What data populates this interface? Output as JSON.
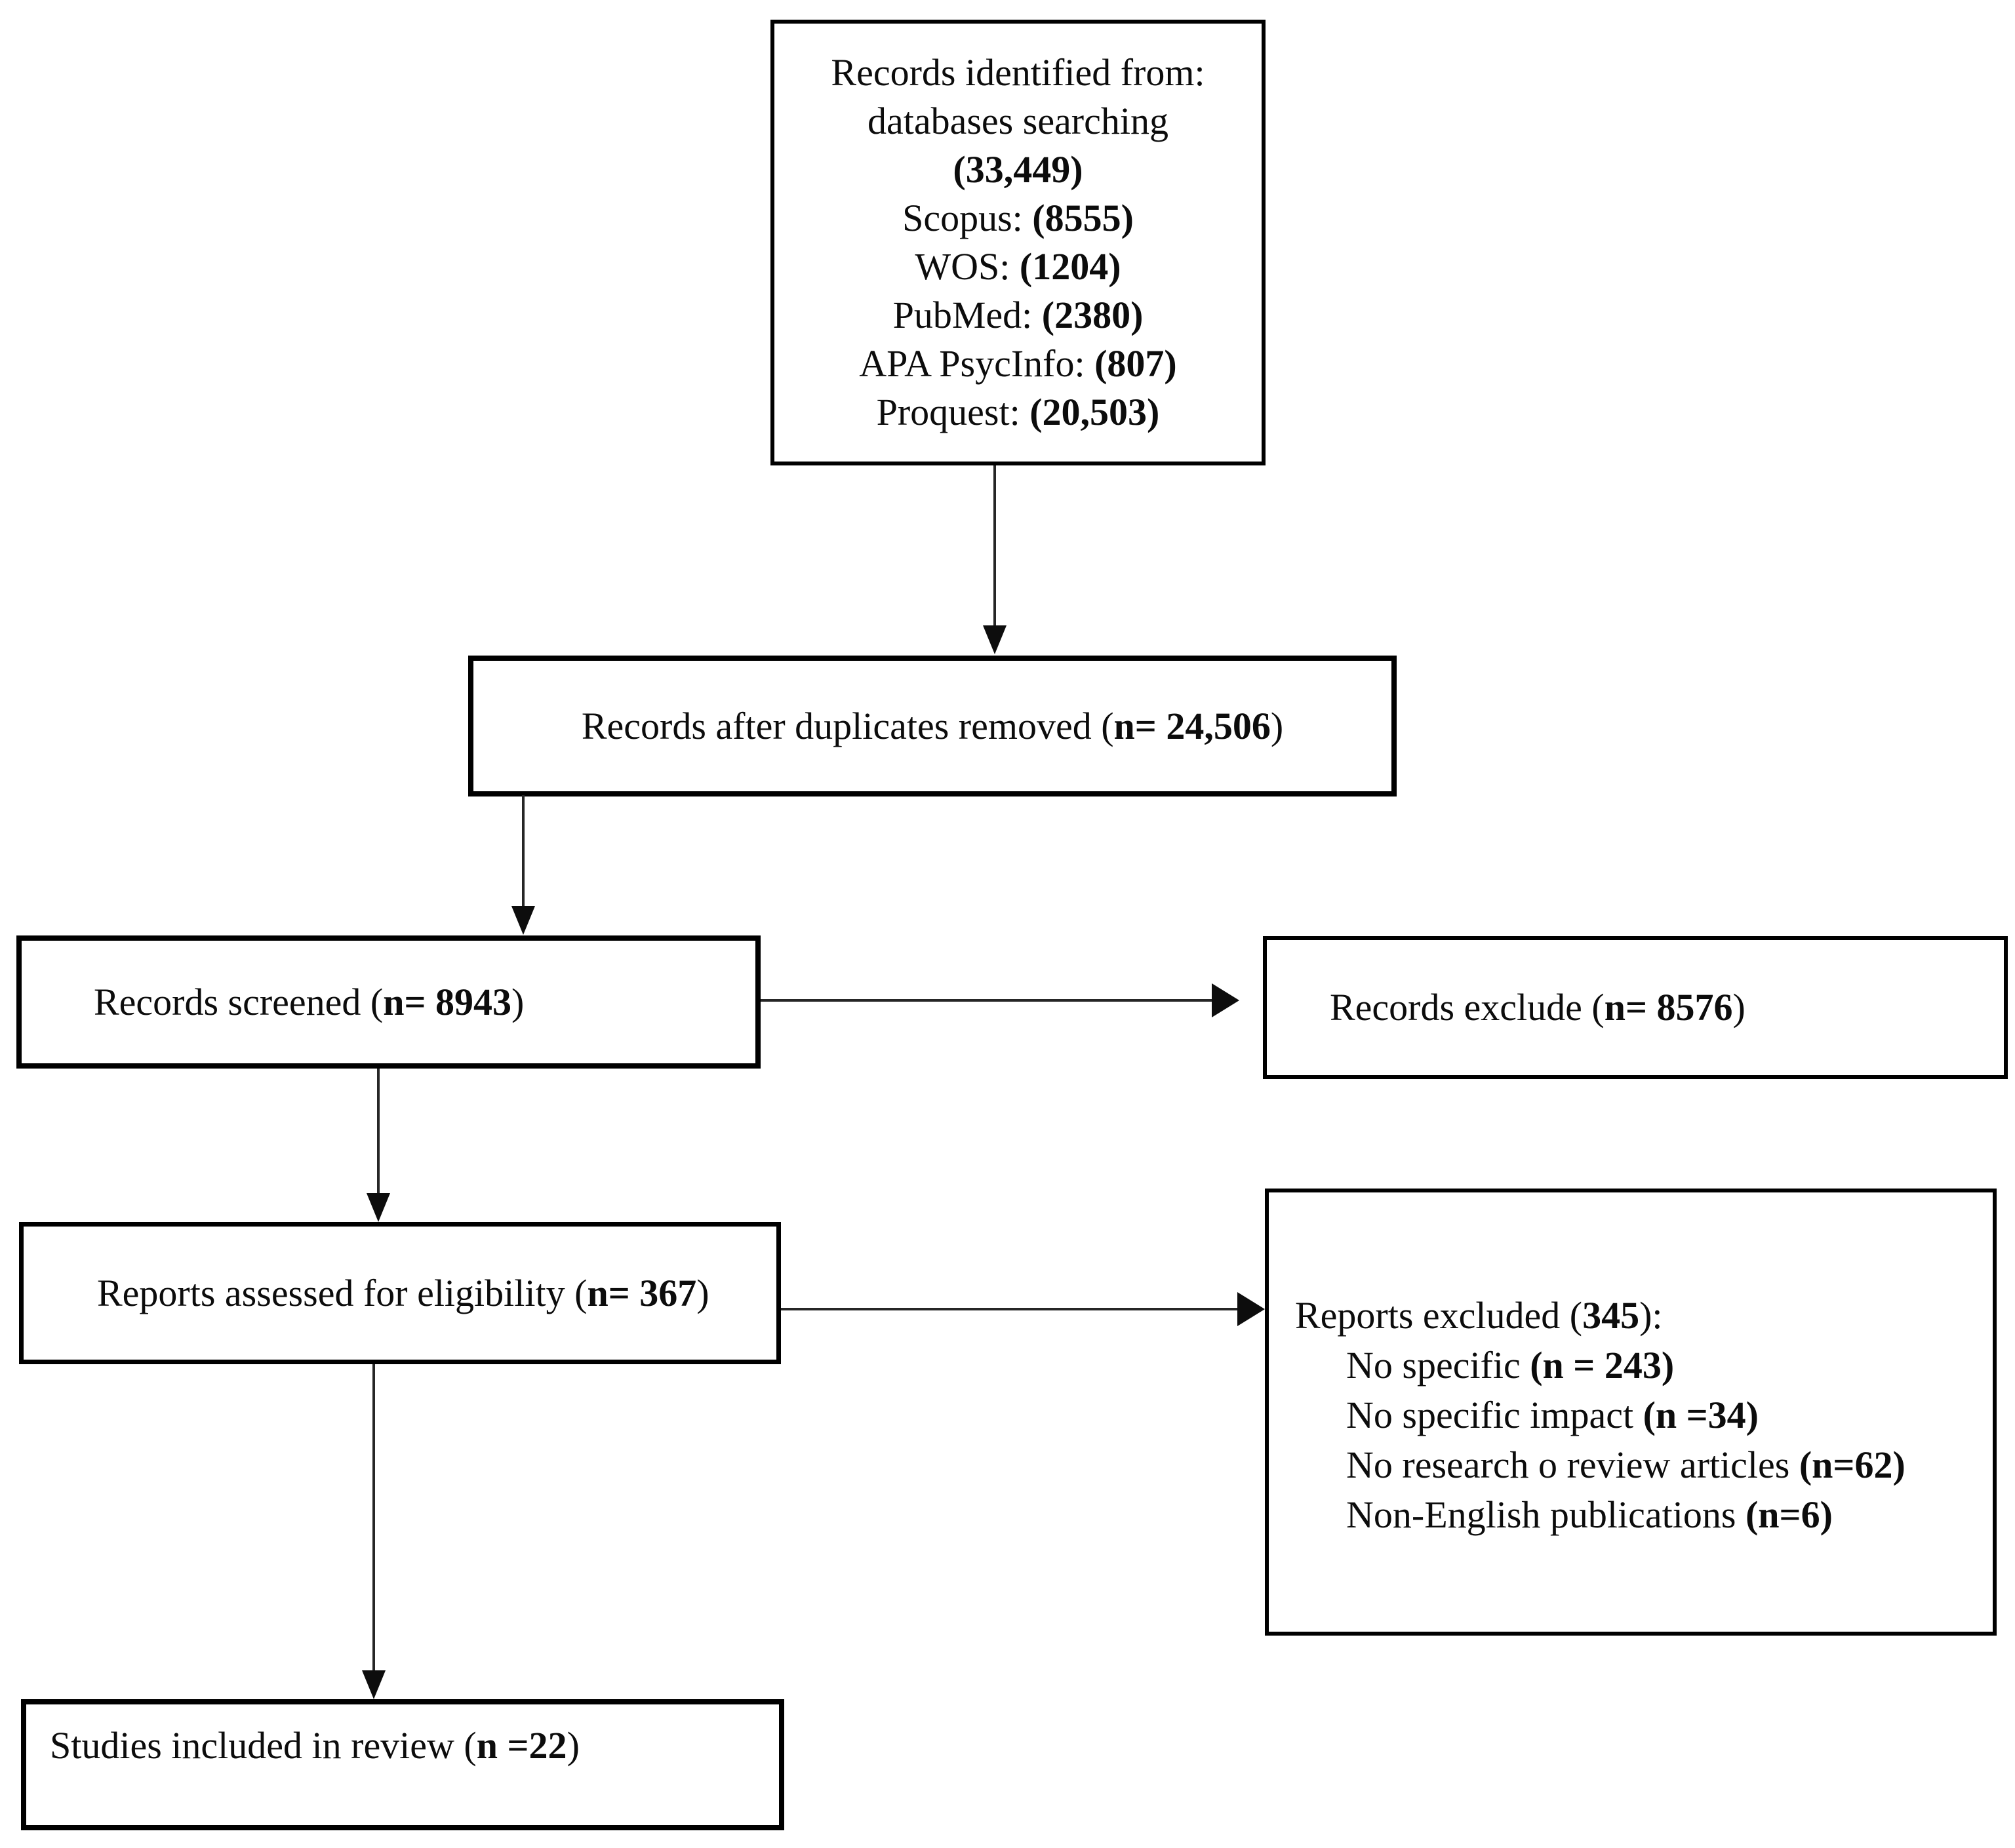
{
  "diagram": {
    "type": "prisma-flowchart",
    "background_color": "#ffffff",
    "box_border_color": "#000000",
    "arrow_color": "#262626",
    "text_color": "#0c0c0c"
  },
  "boxes": {
    "identification": {
      "line1": "Records identified from:",
      "line2": "databases searching",
      "total": "(33,449)",
      "sources": [
        {
          "label": "Scopus: ",
          "value": "(8555)"
        },
        {
          "label": "WOS: ",
          "value": "(1204)"
        },
        {
          "label": "PubMed: ",
          "value": "(2380)"
        },
        {
          "label": "APA PsycInfo: ",
          "value": "(807)"
        },
        {
          "label": "Proquest: ",
          "value": "(20,503)"
        }
      ]
    },
    "duplicates_removed": {
      "prefix": "Records after duplicates removed (",
      "n": "n= 24,506",
      "suffix": ")"
    },
    "screened": {
      "prefix": "Records screened (",
      "n": "n= 8943",
      "suffix": ")"
    },
    "records_excluded": {
      "prefix": "Records exclude (",
      "n": "n= 8576",
      "suffix": ")"
    },
    "assessed": {
      "prefix": "Reports assessed for eligibility (",
      "n": "n= 367",
      "suffix": ")"
    },
    "reports_excluded": {
      "title_prefix": "Reports excluded (",
      "title_n": "345",
      "title_suffix": "):",
      "items": [
        {
          "label": "No specific ",
          "value": "(n = 243)"
        },
        {
          "label": "No specific impact ",
          "value": "(n =34)"
        },
        {
          "label": "No research o review articles ",
          "value": "(n=62)"
        },
        {
          "label": "Non-English publications ",
          "value": "(n=6)"
        }
      ]
    },
    "included": {
      "prefix": "Studies included in review (",
      "n": "n =22",
      "suffix": ")"
    }
  }
}
